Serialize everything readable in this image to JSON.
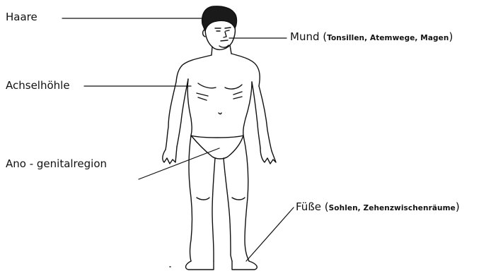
{
  "labels": {
    "haare": "Haare",
    "mund": "Mund",
    "mund_detail": "Tonsillen, Atemwege, Magen",
    "achselhoehle": "Achselhöhle",
    "anogenital": "Ano - genitalregion",
    "fuesse": "Füße",
    "fuesse_detail": "Sohlen, Zehenzwischenräume"
  },
  "colors": {
    "line": "#111111",
    "background": "#ffffff"
  }
}
